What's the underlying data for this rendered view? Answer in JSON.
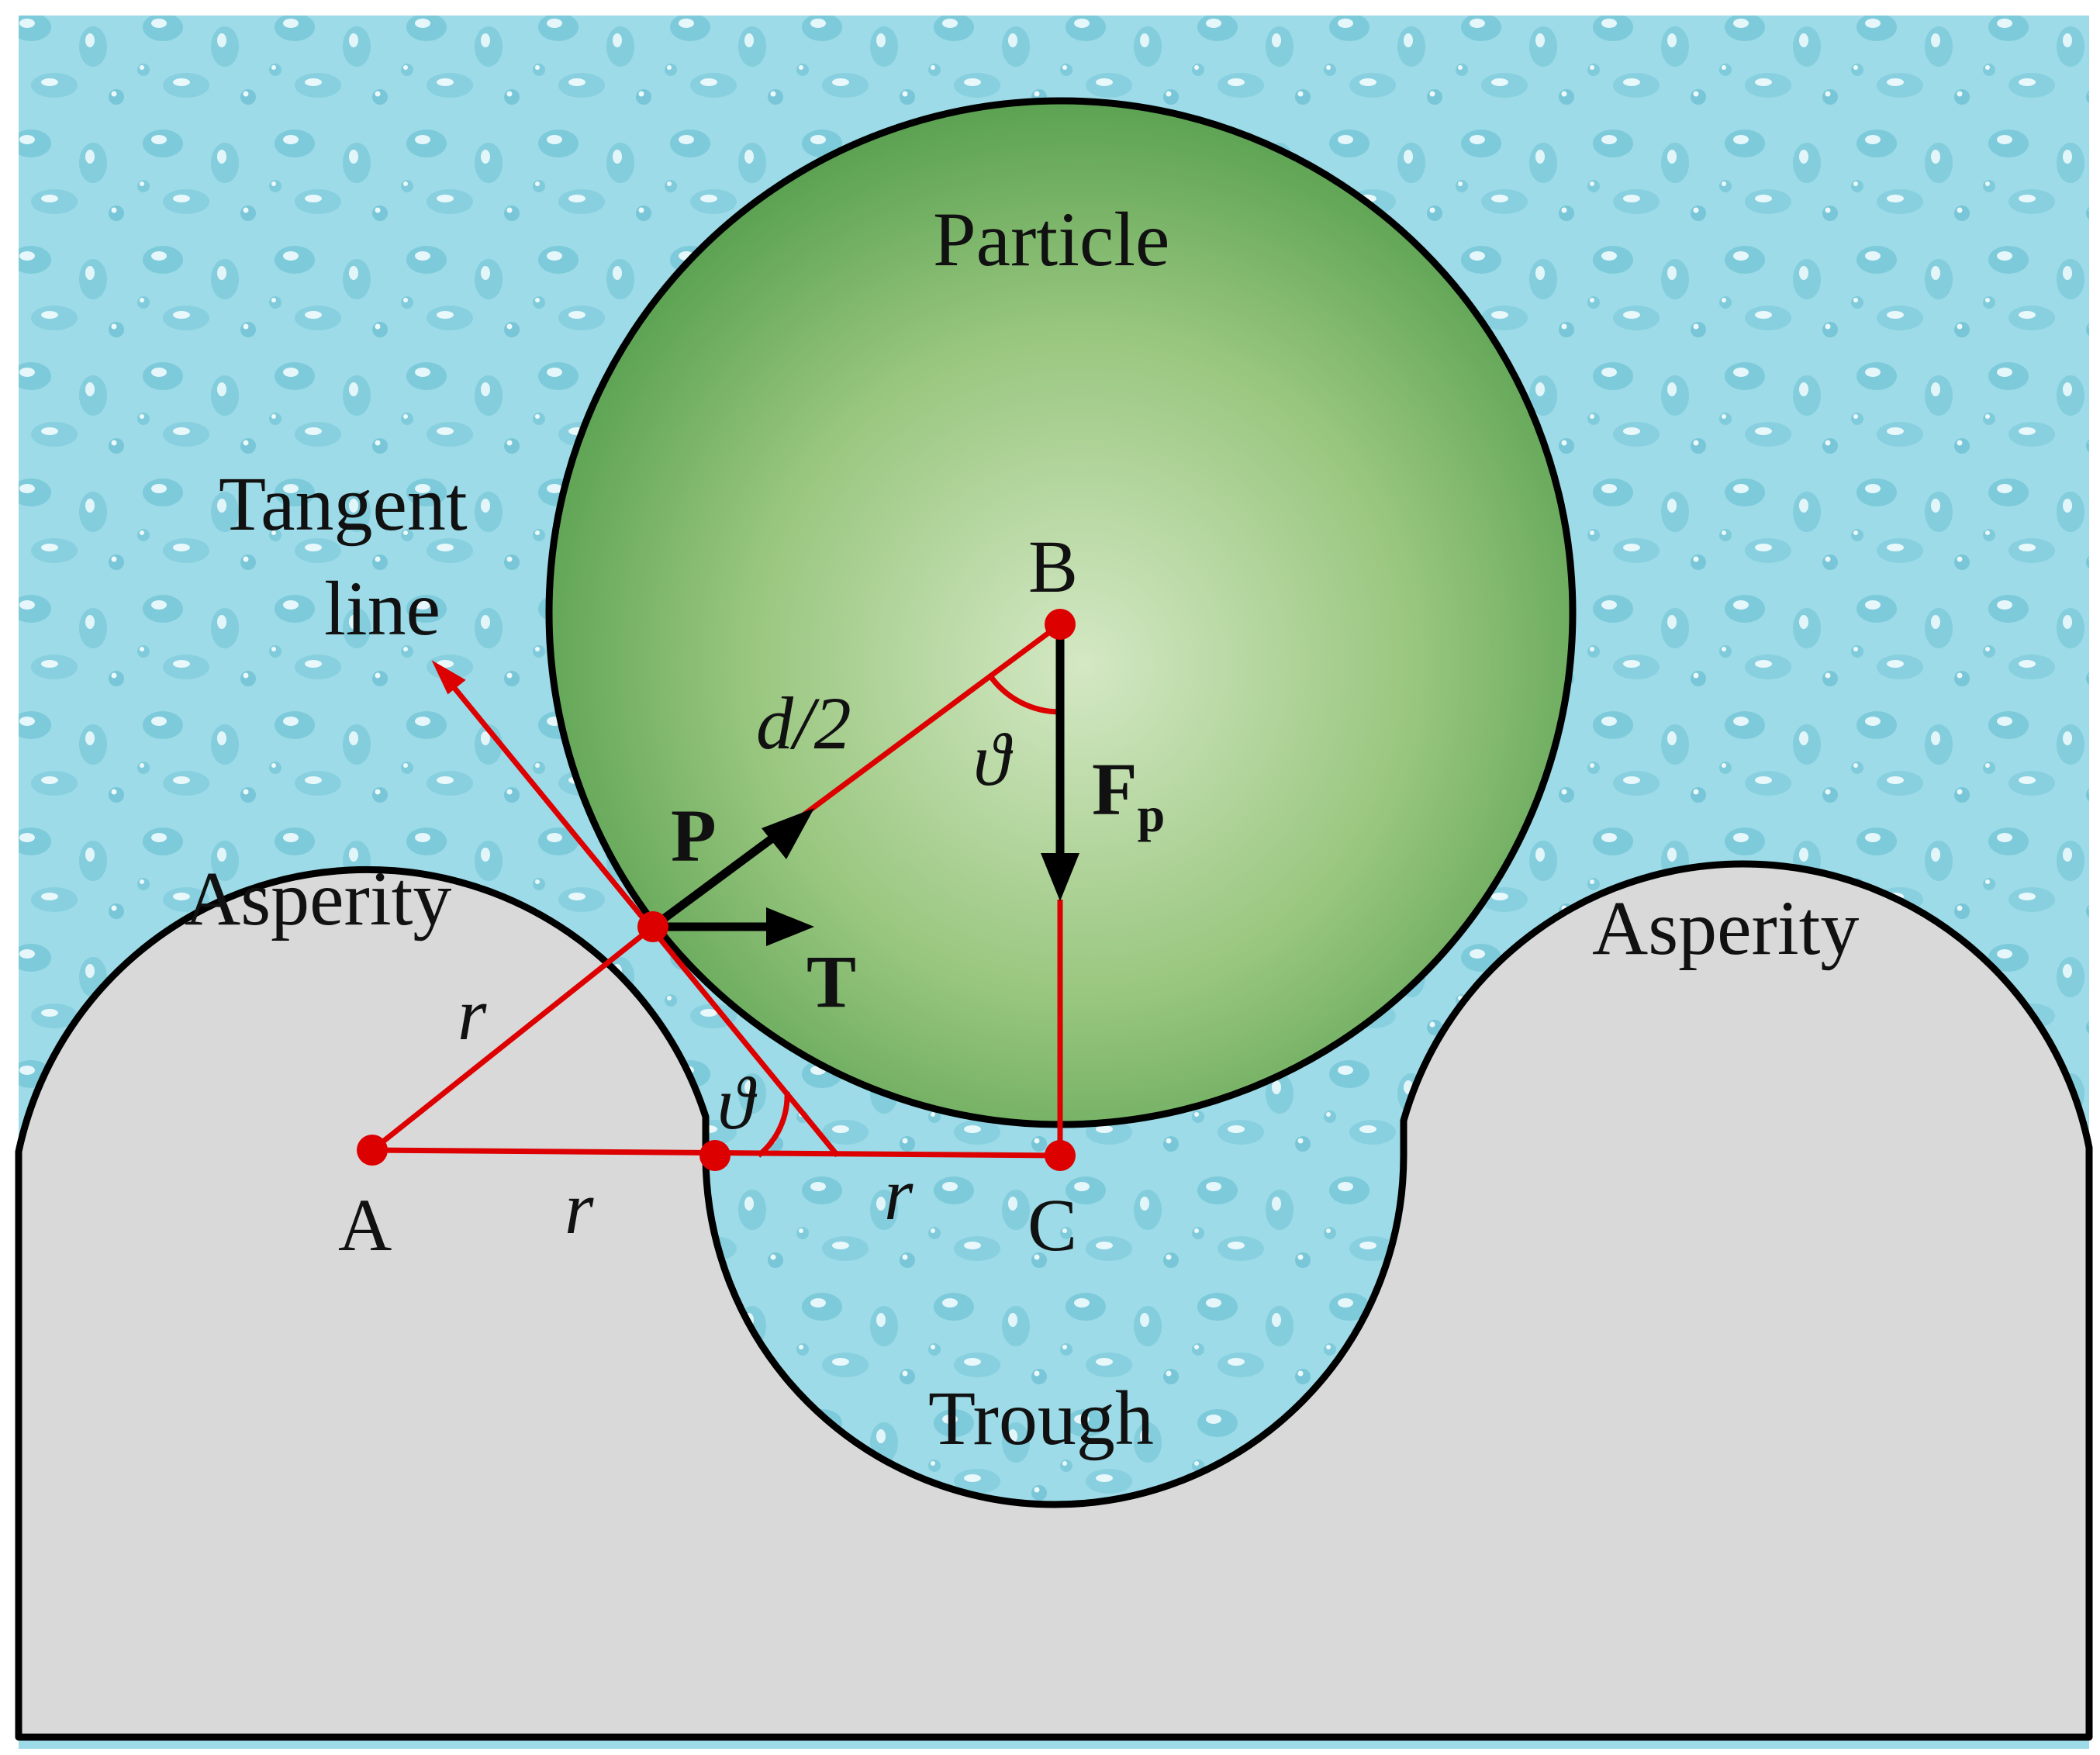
{
  "labels": {
    "particle": "Particle",
    "tangent_line_1": "Tangent",
    "tangent_line_2": "line",
    "asperity_left": "Asperity",
    "asperity_right": "Asperity",
    "trough": "Trough",
    "point_a": "A",
    "point_b": "B",
    "point_c": "C",
    "force_p": "P",
    "force_t": "T",
    "force_fp_main": "F",
    "force_fp_sub": "p",
    "half_diameter": "d/2",
    "radius_ap": "r",
    "radius_a": "r",
    "radius_c": "r",
    "angle_b": "ϑ",
    "angle_contact": "ϑ"
  },
  "colors": {
    "water": "#8fd7e4",
    "water_highlight": "#c9eef5",
    "particle_center": "#d2e6c0",
    "particle_edge": "#4e9a48",
    "solid": "#d9d9d9",
    "outline": "#000000",
    "construction": "#dd0000",
    "vector": "#000000"
  }
}
